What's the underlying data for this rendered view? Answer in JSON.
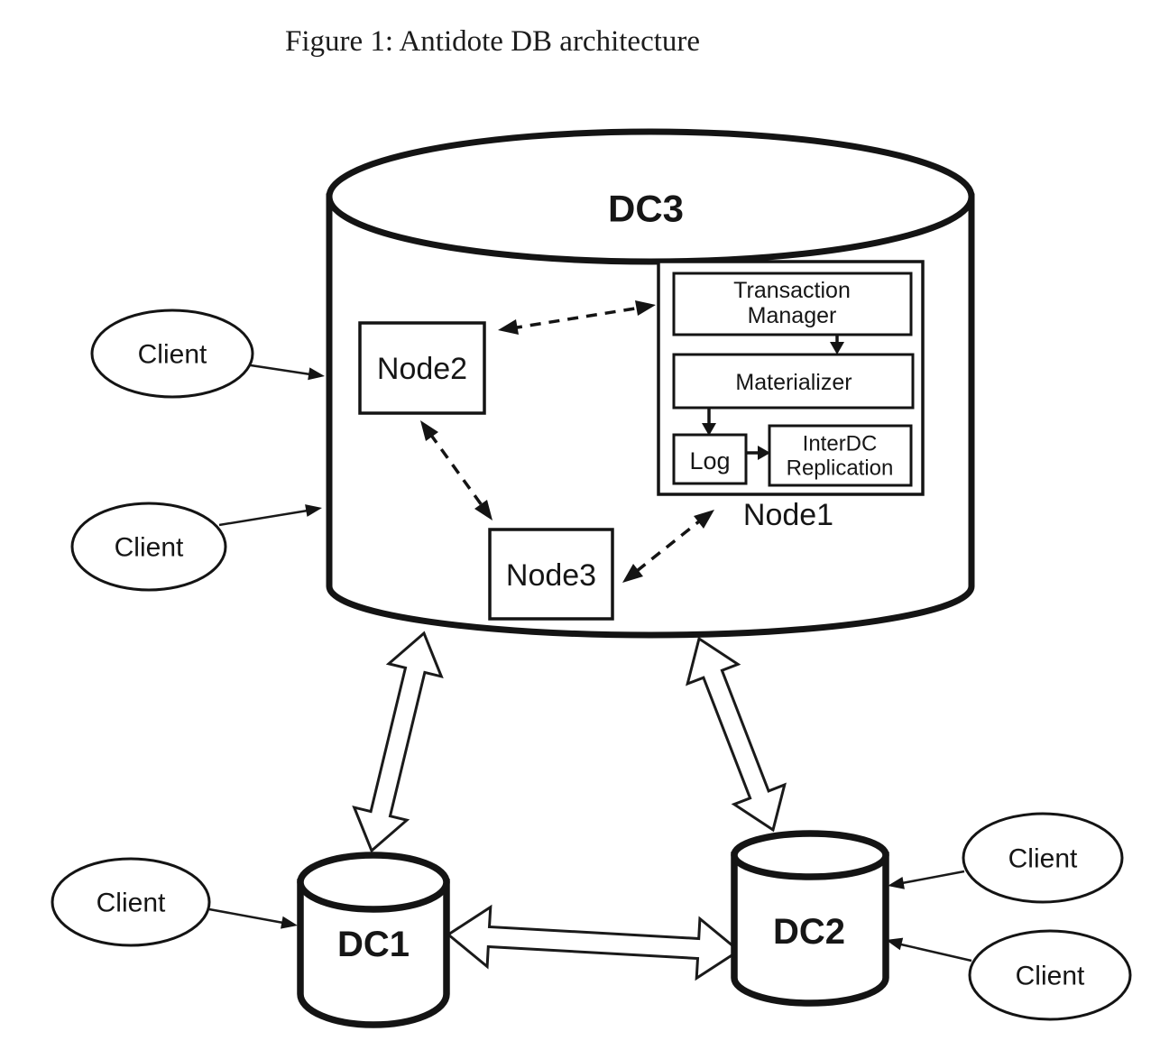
{
  "figure": {
    "caption": "Figure 1: Antidote DB architecture"
  },
  "datacenters": {
    "dc3": {
      "label": "DC3"
    },
    "dc1": {
      "label": "DC1"
    },
    "dc2": {
      "label": "DC2"
    }
  },
  "nodes": {
    "node1": {
      "label": "Node1"
    },
    "node2": {
      "label": "Node2"
    },
    "node3": {
      "label": "Node3"
    }
  },
  "node1_components": {
    "transaction_manager": {
      "line1": "Transaction",
      "line2": "Manager"
    },
    "materializer": {
      "label": "Materializer"
    },
    "log": {
      "label": "Log"
    },
    "interdc_replication": {
      "line1": "InterDC",
      "line2": "Replication"
    }
  },
  "clients": [
    {
      "label": "Client",
      "connects_to": "DC3"
    },
    {
      "label": "Client",
      "connects_to": "DC3"
    },
    {
      "label": "Client",
      "connects_to": "DC1"
    },
    {
      "label": "Client",
      "connects_to": "DC2"
    },
    {
      "label": "Client",
      "connects_to": "DC2"
    }
  ],
  "links": {
    "intra_dc_dashed": [
      "Node2-Node1",
      "Node2-Node3",
      "Node3-Node1"
    ],
    "inter_dc_replication": [
      "DC3-DC1",
      "DC3-DC2",
      "DC1-DC2"
    ],
    "component_flow": [
      "TransactionManager-Materializer",
      "Materializer-Log",
      "Log-InterDCReplication"
    ]
  },
  "colors": {
    "ink": "#141414",
    "background": "#ffffff"
  }
}
